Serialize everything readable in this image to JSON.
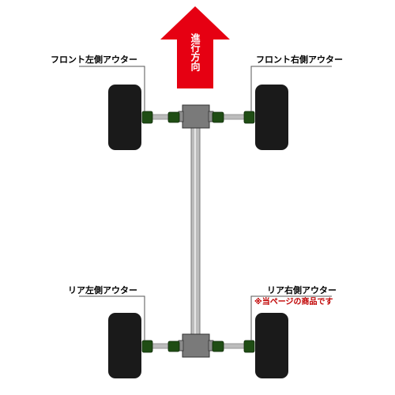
{
  "direction_label": "進行方向",
  "labels": {
    "front_left": "フロント左側アウター",
    "front_right": "フロント右側アウター",
    "rear_left": "リア左側アウター",
    "rear_right": "リア右側アウター"
  },
  "note": "※当ページの商品です",
  "colors": {
    "arrow": "#e60012",
    "tire": "#1a1a1a",
    "boot": "#1f4d14",
    "shaft": "#b8b8b8",
    "diff": "#7a7a7a",
    "note": "#c00000"
  }
}
